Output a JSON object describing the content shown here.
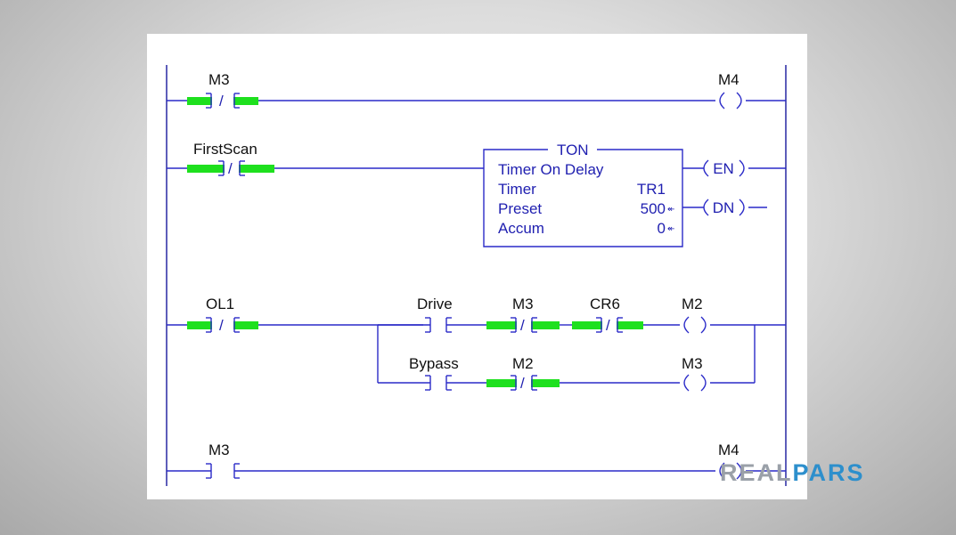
{
  "rungs": [
    {
      "contact": {
        "tag": "M3",
        "type": "XIO",
        "energized": true
      },
      "output": {
        "tag": "M4"
      }
    },
    {
      "contact": {
        "tag": "FirstScan",
        "type": "XIO",
        "energized": true
      }
    },
    {
      "contact": {
        "tag": "OL1",
        "type": "XIO",
        "energized": true
      }
    },
    {
      "contact": {
        "tag": "M3",
        "type": "XIC",
        "energized": false
      },
      "output": {
        "tag": "M4"
      }
    }
  ],
  "timer_block": {
    "instruction": "TON",
    "description": "Timer On Delay",
    "rows": [
      {
        "label": "Timer",
        "value": "TR1"
      },
      {
        "label": "Preset",
        "value": "500"
      },
      {
        "label": "Accum",
        "value": "0"
      }
    ],
    "arrow": "↞",
    "outputs": [
      "EN",
      "DN"
    ]
  },
  "branch": {
    "top": {
      "contacts": [
        {
          "tag": "Drive",
          "type": "XIC",
          "energized": false
        },
        {
          "tag": "M3",
          "type": "XIO",
          "energized": true
        },
        {
          "tag": "CR6",
          "type": "XIO",
          "energized": true
        }
      ],
      "output": {
        "tag": "M2"
      }
    },
    "bottom": {
      "contacts": [
        {
          "tag": "Bypass",
          "type": "XIC",
          "energized": false
        },
        {
          "tag": "M2",
          "type": "XIO",
          "energized": true
        }
      ],
      "output": {
        "tag": "M3"
      }
    }
  },
  "logo": {
    "part1": "REAL",
    "part2": "PARS"
  },
  "colors": {
    "wire": "#2a2ac8",
    "energized": "#1ee01e",
    "logo_gray": "#9aa0a8",
    "logo_blue": "#2d8fcc"
  },
  "slash_symbol": "/"
}
